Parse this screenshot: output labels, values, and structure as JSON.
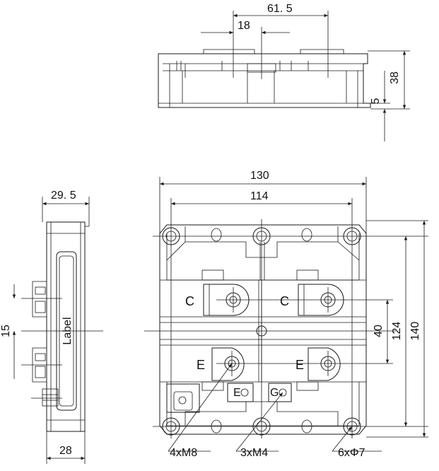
{
  "top_view": {
    "dim_width": "61. 5",
    "dim_spacing": "18",
    "dim_height": "38",
    "dim_base": "5"
  },
  "side_view": {
    "dim_top": "29. 5",
    "dim_bottom": "28",
    "dim_spacing": "15",
    "label_text": "Label"
  },
  "front_view": {
    "dim_overall_width": "130",
    "dim_hole_spacing": "114",
    "dim_terminal_pitch": "40",
    "dim_hole_pitch": "124",
    "dim_overall_height": "140",
    "terminal_c_left": "C",
    "terminal_c_right": "C",
    "terminal_e_left": "E",
    "terminal_e_right": "E",
    "gate_label": "G",
    "emitter_aux_label": "E"
  },
  "callouts": {
    "main_screws": "4xM8",
    "aux_screws": "3xM4",
    "mount_holes": "6xΦ7"
  }
}
